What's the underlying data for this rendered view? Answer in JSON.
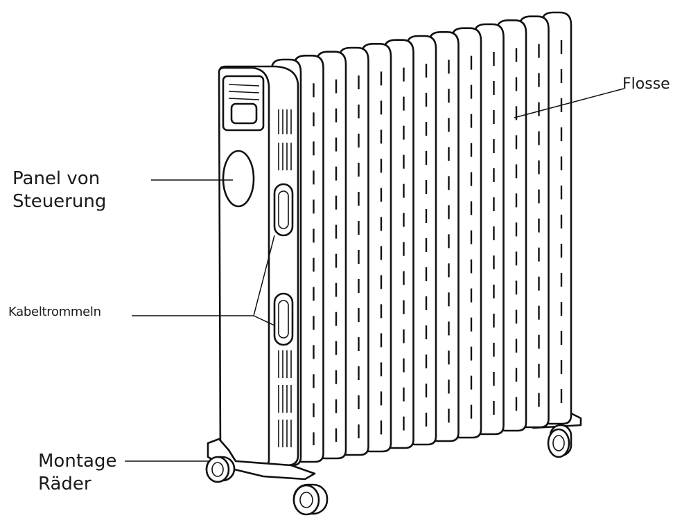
{
  "labels": {
    "control_panel_line1": "Panel von",
    "control_panel_line2": "Steuerung",
    "cable_drums": "Kabeltrommeln",
    "fin": "Flosse",
    "wheels_line1": "Montage",
    "wheels_line2": "Räder"
  },
  "fin_count": 13
}
